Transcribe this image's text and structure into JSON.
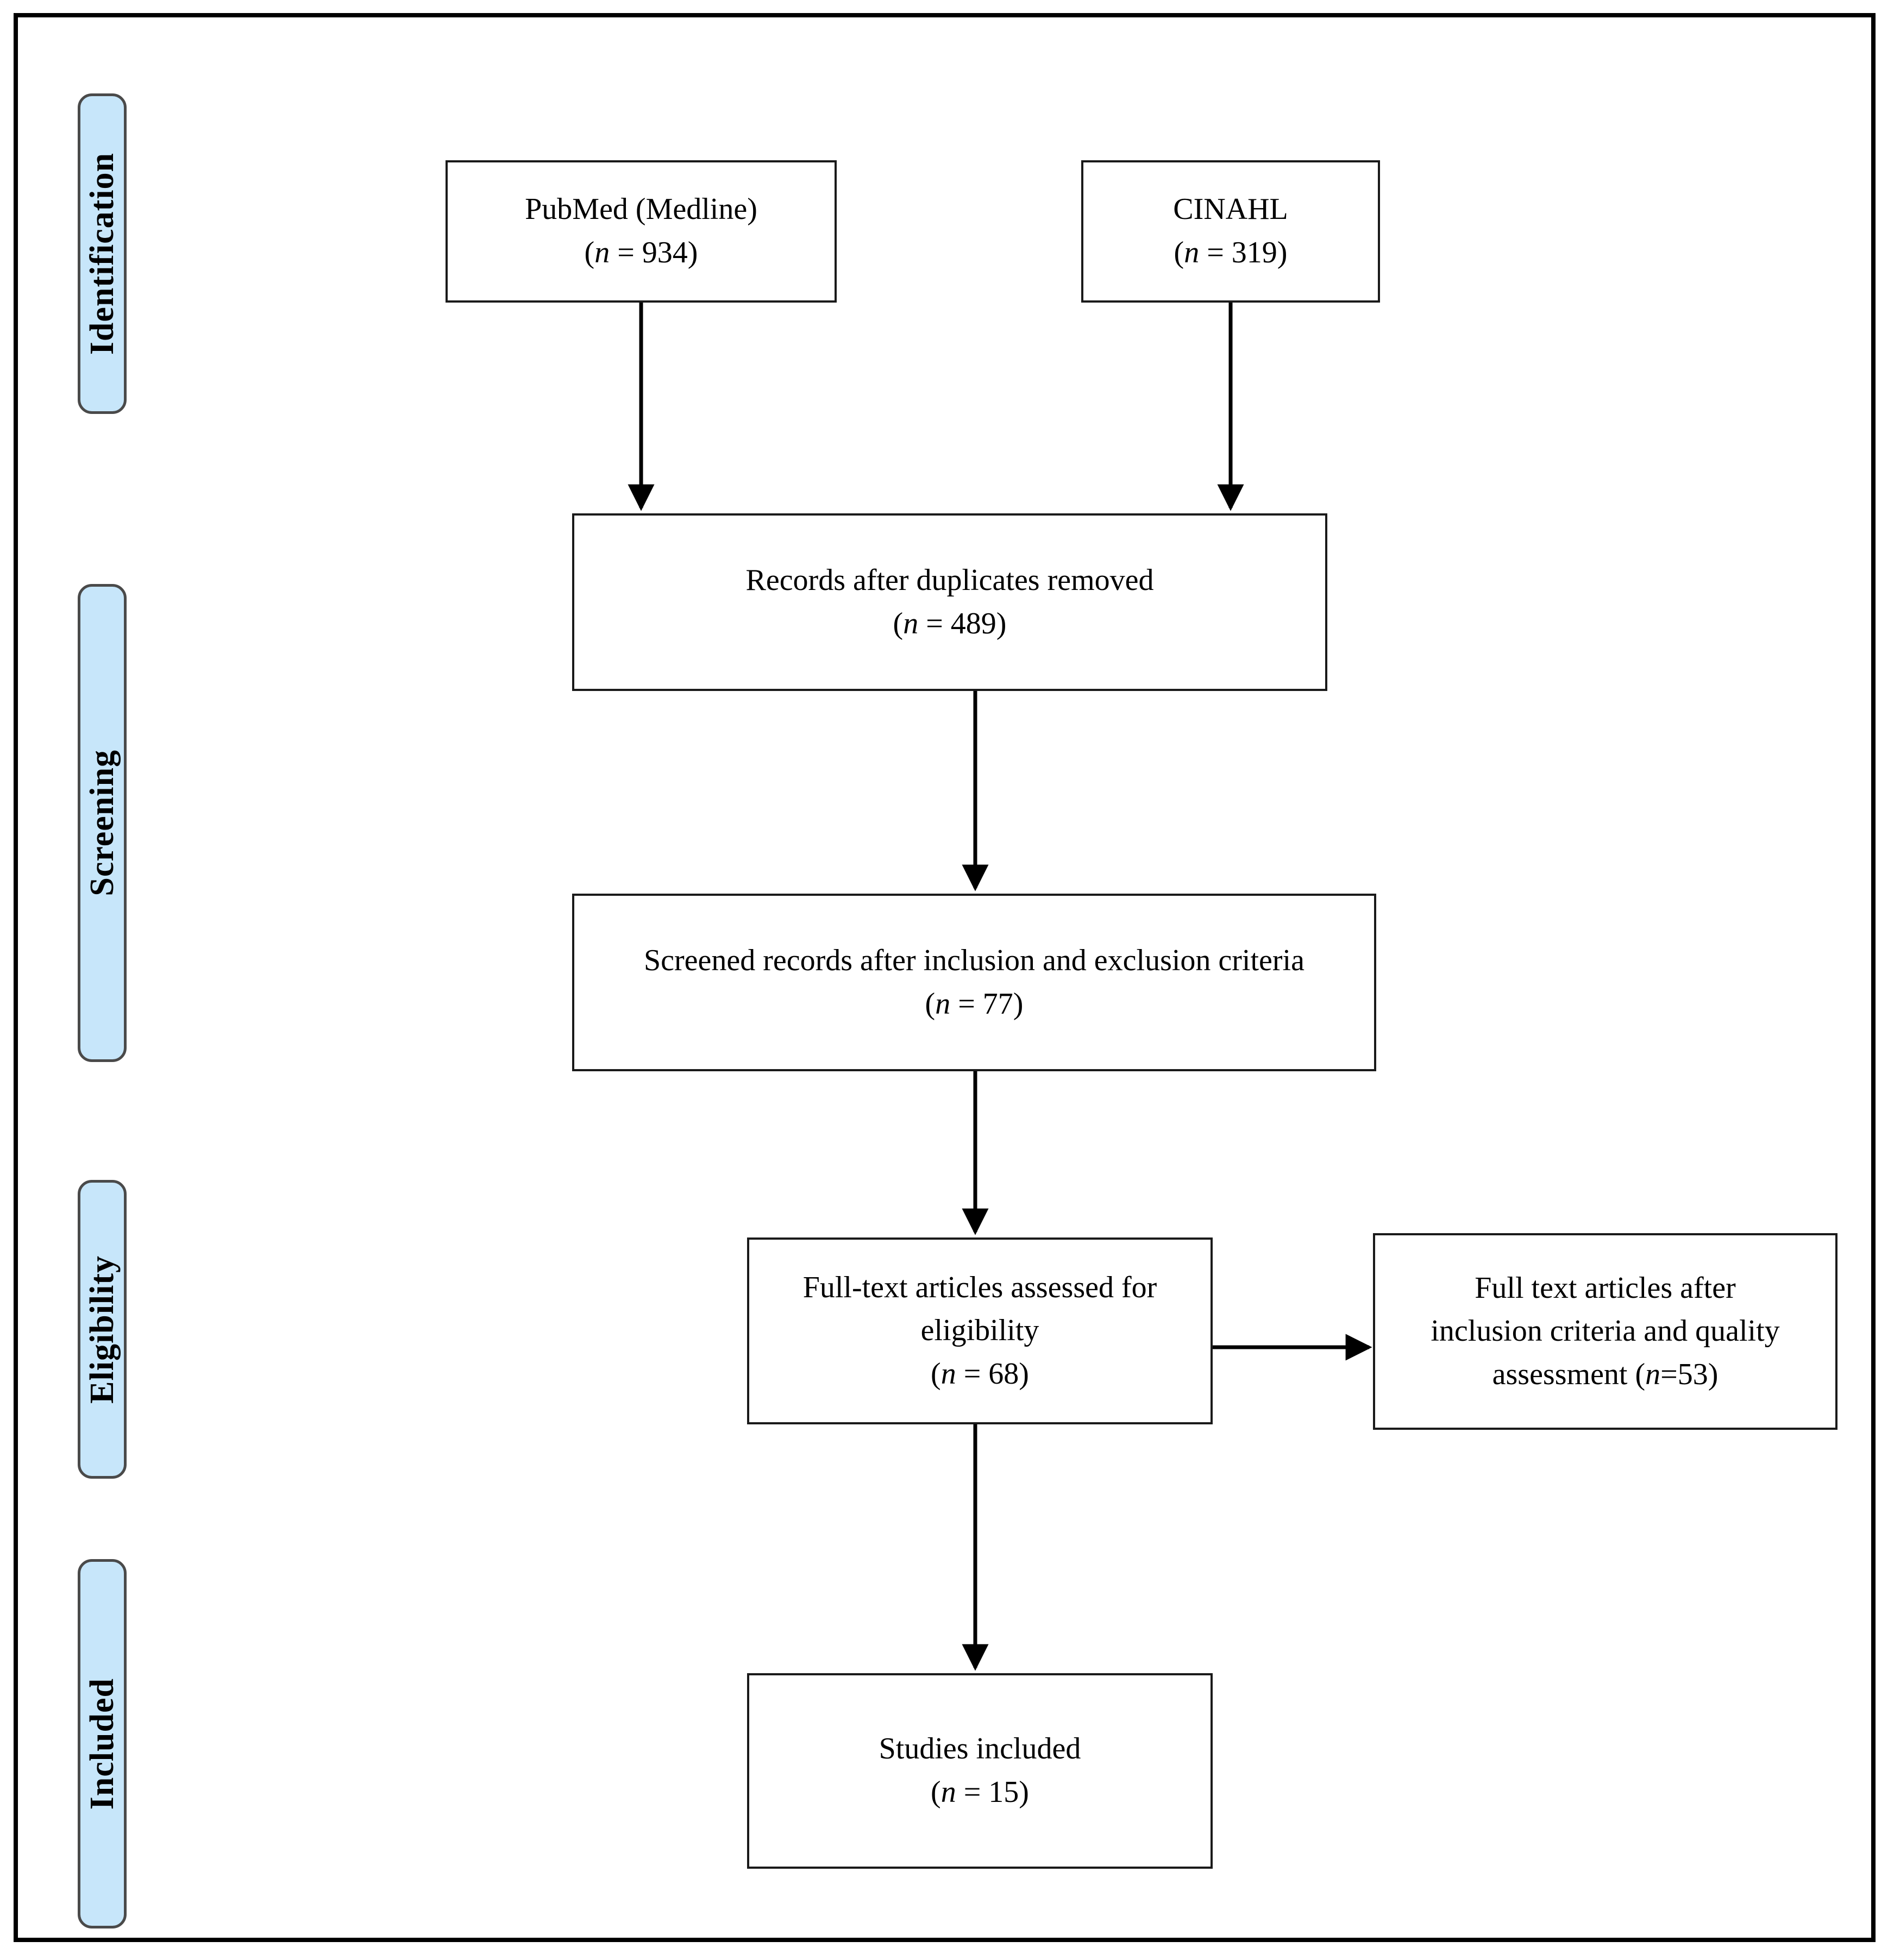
{
  "figure": {
    "type": "prisma-flow-diagram",
    "frame_border_color": "#000000",
    "stage_fill_color": "#c7e6fa",
    "stage_border_color": "#4a4a4a",
    "box_border_color": "#1a1a1a",
    "connector_color": "#000000"
  },
  "stages": [
    {
      "id": "identification",
      "label": "Identification"
    },
    {
      "id": "screening",
      "label": "Screening"
    },
    {
      "id": "eligibility",
      "label": "Eligibility"
    },
    {
      "id": "included",
      "label": "Included"
    }
  ],
  "boxes": {
    "pubmed": {
      "line1": "PubMed (Medline)",
      "n_prefix": "(",
      "n_symbol": "n",
      "n_value": " = 934)"
    },
    "cinahl": {
      "line1": "CINAHL",
      "n_prefix": "(",
      "n_symbol": "n",
      "n_value": " = 319)"
    },
    "duplicates_removed": {
      "line1": "Records after duplicates removed",
      "n_prefix": "(",
      "n_symbol": "n",
      "n_value": " = 489)"
    },
    "screened_records": {
      "line1": "Screened records after inclusion and exclusion criteria",
      "n_prefix": "(",
      "n_symbol": "n",
      "n_value": " = 77)"
    },
    "fulltext_assessed": {
      "line1": "Full-text articles assessed for",
      "line2": "eligibility",
      "n_prefix": "(",
      "n_symbol": "n",
      "n_value": " = 68)"
    },
    "fulltext_after_quality": {
      "line1": "Full text articles after",
      "line2": "inclusion criteria and quality",
      "line3_prefix": "assessment (",
      "n_symbol": "n",
      "line3_suffix": "=53)"
    },
    "studies_included": {
      "line1": "Studies included",
      "n_prefix": "(",
      "n_symbol": "n",
      "n_value": " = 15)"
    }
  },
  "chart_data": {
    "type": "diagram",
    "title": "PRISMA flow diagram",
    "nodes": [
      {
        "id": "pubmed",
        "stage": "Identification",
        "label": "PubMed (Medline)",
        "n": 934
      },
      {
        "id": "cinahl",
        "stage": "Identification",
        "label": "CINAHL",
        "n": 319
      },
      {
        "id": "duplicates_removed",
        "stage": "Screening",
        "label": "Records after duplicates removed",
        "n": 489
      },
      {
        "id": "screened_records",
        "stage": "Screening",
        "label": "Screened records after inclusion and exclusion criteria",
        "n": 77
      },
      {
        "id": "fulltext_assessed",
        "stage": "Eligibility",
        "label": "Full-text articles assessed for eligibility",
        "n": 68
      },
      {
        "id": "fulltext_after_quality",
        "stage": "Eligibility",
        "label": "Full text articles after inclusion criteria and quality assessment",
        "n": 53
      },
      {
        "id": "studies_included",
        "stage": "Included",
        "label": "Studies included",
        "n": 15
      }
    ],
    "edges": [
      {
        "from": "pubmed",
        "to": "duplicates_removed",
        "direction": "down"
      },
      {
        "from": "cinahl",
        "to": "duplicates_removed",
        "direction": "down"
      },
      {
        "from": "duplicates_removed",
        "to": "screened_records",
        "direction": "down"
      },
      {
        "from": "screened_records",
        "to": "fulltext_assessed",
        "direction": "down"
      },
      {
        "from": "fulltext_assessed",
        "to": "fulltext_after_quality",
        "direction": "right"
      },
      {
        "from": "fulltext_assessed",
        "to": "studies_included",
        "direction": "down"
      }
    ]
  }
}
